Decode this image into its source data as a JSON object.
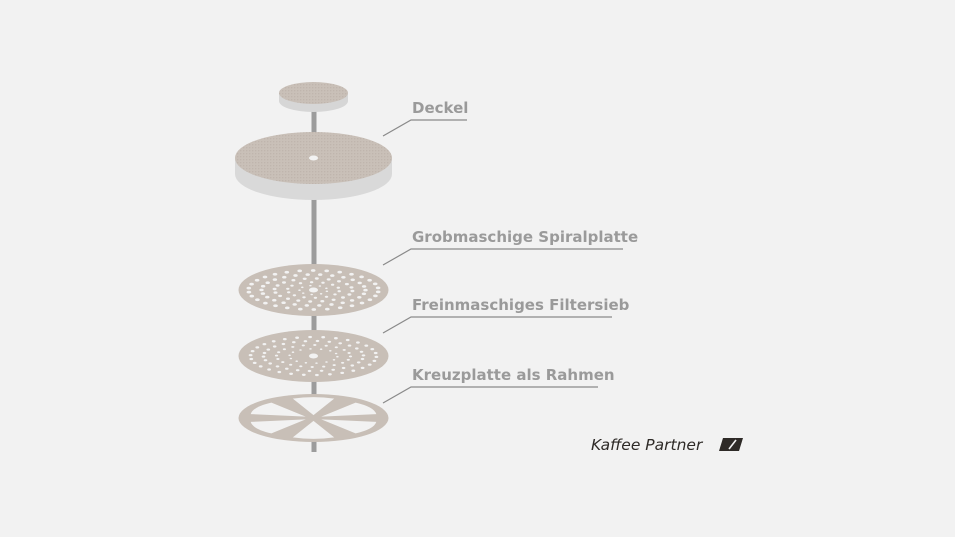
{
  "diagram": {
    "callouts": [
      {
        "id": "deckel",
        "label": "Deckel"
      },
      {
        "id": "spiralplatte",
        "label": "Grobmaschige Spiralplatte"
      },
      {
        "id": "filtersieb",
        "label": "Freinmaschiges Filtersieb"
      },
      {
        "id": "kreuzplatte",
        "label": "Kreuzplatte als Rahmen"
      }
    ],
    "colors": {
      "background": "#f2f2f2",
      "disc": "#c8bfb7",
      "disc_edge": "#d9d9d9",
      "rod": "#9c9c9c",
      "label": "#9a9a9a",
      "leader": "#8a8a8a",
      "brand": "#2e2a27"
    }
  },
  "brand": {
    "name": "Kaffee Partner",
    "logo_icon": "slash-badge-icon"
  }
}
